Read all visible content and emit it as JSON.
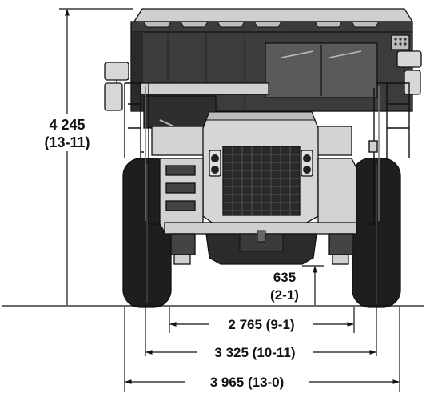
{
  "dimensions": {
    "height": {
      "metric": "4 245",
      "imperial": "(13-11)"
    },
    "ground_clearance": {
      "metric": "635",
      "imperial": "(2-1)"
    },
    "front_tread": "2 765 (9-1)",
    "overall_tire_width": "3 325 (10-11)",
    "overall_width": "3 965 (13-0)"
  },
  "colors": {
    "line": "#111111",
    "tire": "#1e1e1e",
    "body_light": "#d2d2d2",
    "body_mid": "#a9a9a9",
    "body_dark": "#454545",
    "grille": "#2a2a2a",
    "background": "#ffffff"
  }
}
